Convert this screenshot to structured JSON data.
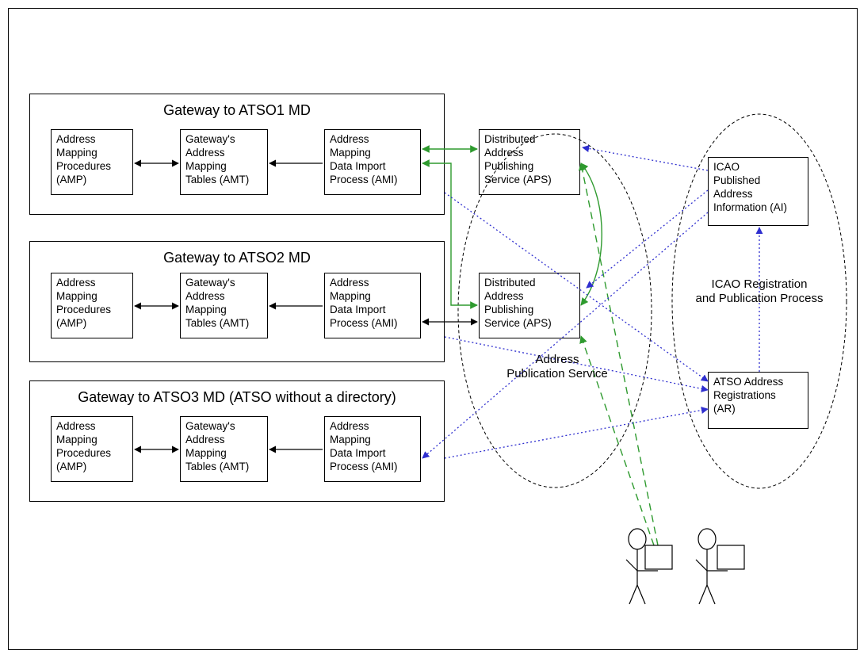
{
  "gateways": [
    {
      "title": "Gateway to ATSO1 MD",
      "boxes": [
        "Address\nMapping\nProcedures\n(AMP)",
        "Gateway's\nAddress\nMapping\nTables (AMT)",
        "Address\nMapping\nData Import\nProcess (AMI)"
      ]
    },
    {
      "title": "Gateway to ATSO2 MD",
      "boxes": [
        "Address\nMapping\nProcedures\n(AMP)",
        "Gateway's\nAddress\nMapping\nTables (AMT)",
        "Address\nMapping\nData Import\nProcess (AMI)"
      ]
    },
    {
      "title": "Gateway to ATSO3 MD (ATSO without a directory)",
      "boxes": [
        "Address\nMapping\nProcedures\n(AMP)",
        "Gateway's\nAddress\nMapping\nTables (AMT)",
        "Address\nMapping\nData Import\nProcess (AMI)"
      ]
    }
  ],
  "aps_boxes": [
    "Distributed\nAddress\nPublishing\nService (APS)",
    "Distributed\nAddress\nPublishing\nService (APS)"
  ],
  "icao_ai": "ICAO\nPublished\nAddress\nInformation (AI)",
  "atso_ar": "ATSO Address\nRegistrations\n(AR)",
  "labels": {
    "address_publication_service": "Address\nPublication Service",
    "icao_process": "ICAO Registration\nand Publication Process"
  },
  "colors": {
    "black_arrow": "#000000",
    "green_arrow": "#2e9a2e",
    "blue_dotted": "#2f2fcf"
  },
  "icons": [
    "user-icon",
    "user-icon"
  ]
}
